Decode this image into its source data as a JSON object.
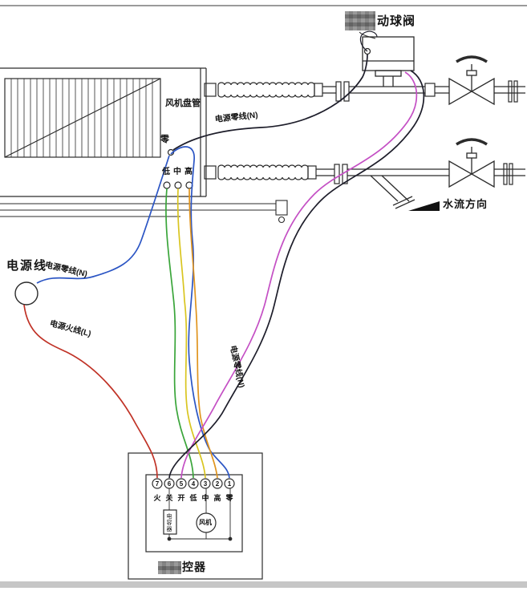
{
  "labels": {
    "ball_valve": "动球阀",
    "fan_coil": "风机盘管",
    "neutral_wire_top": "电源零线(N)",
    "zero_terminal": "零",
    "speed_low": "低",
    "speed_mid": "中",
    "speed_high": "高",
    "power_line": "电源线",
    "power_neutral": "电源零线(N)",
    "power_live": "电源火线(L)",
    "neutral_wire_vertical": "电源零线(N)",
    "water_flow": "水流方向",
    "controller": "控器",
    "capacitor": "电容器",
    "fan_motor": "风机"
  },
  "controller": {
    "terminal_numbers": [
      "7",
      "6",
      "5",
      "4",
      "3",
      "2",
      "1"
    ],
    "terminal_names": [
      "火",
      "关",
      "开",
      "低",
      "中",
      "高",
      "零"
    ]
  },
  "colors": {
    "wire_live": "#c03226",
    "wire_neutral": "#2b55c4",
    "wire_valve_control": "#c44fc4",
    "wire_valve_neutral": "#1d1d2a",
    "wire_fan_low": "#3aa53a",
    "wire_fan_mid": "#d9c520",
    "wire_fan_high": "#e0941e",
    "pipe_line": "#2b2b2b"
  }
}
